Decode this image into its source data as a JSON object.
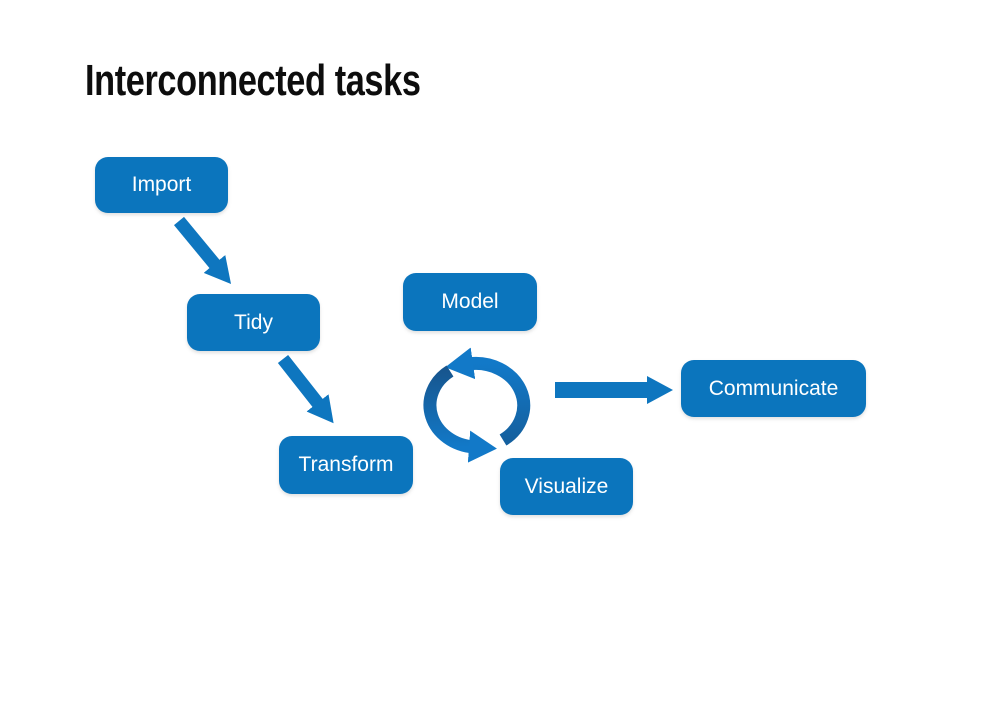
{
  "title": "Interconnected tasks",
  "colors": {
    "background": "#ffffff",
    "title_text": "#0d0d0d",
    "node_fill": "#0b75bd",
    "node_text": "#ffffff",
    "arrow": "#0e76bf",
    "cycle_dark": "#17568f",
    "cycle_mid": "#14609f",
    "cycle_light": "#1279c8"
  },
  "nodes": [
    {
      "id": "import",
      "label": "Import"
    },
    {
      "id": "tidy",
      "label": "Tidy"
    },
    {
      "id": "transform",
      "label": "Transform"
    },
    {
      "id": "model",
      "label": "Model"
    },
    {
      "id": "visualize",
      "label": "Visualize"
    },
    {
      "id": "communicate",
      "label": "Communicate"
    }
  ],
  "edges": [
    {
      "name": "import-to-tidy",
      "style": "block-arrow",
      "direction": "down-right"
    },
    {
      "name": "tidy-to-transform",
      "style": "block-arrow",
      "direction": "down-right"
    },
    {
      "name": "model-visualize-cycle",
      "style": "circular-arrows",
      "direction": "counterclockwise"
    },
    {
      "name": "cycle-to-communicate",
      "style": "block-arrow",
      "direction": "right"
    }
  ]
}
